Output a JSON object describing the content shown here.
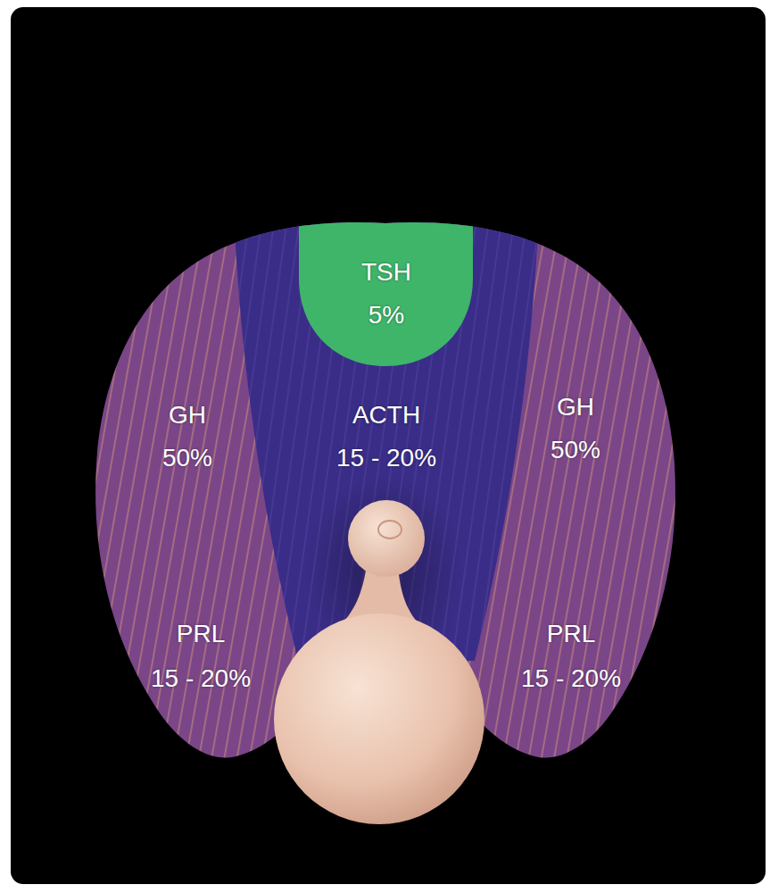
{
  "diagram": {
    "nodes": [
      {
        "text": [
          "ACTH",
          "15 - 20%"
        ]
      },
      {
        "text": [
          "TSH",
          "5%"
        ],
        "in": 0
      },
      {
        "text": [
          "GH",
          "50%",
          "PRL",
          "15 - 20%"
        ]
      },
      {
        "text": [
          "GH",
          "50%",
          "PRL",
          "15 - 20%"
        ]
      }
    ]
  }
}
